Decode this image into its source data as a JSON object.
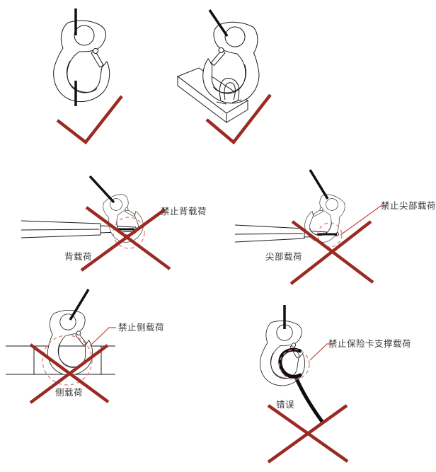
{
  "figure": {
    "description_items": {
      "mark_correct": "checkmark",
      "mark_wrong": "cross"
    },
    "panels": [
      {
        "name": "hook-hanging-correct",
        "result": "correct",
        "mark": "checkmark"
      },
      {
        "name": "hook-on-lifting-lug-correct",
        "result": "correct",
        "mark": "checkmark"
      },
      {
        "name": "back-load-prohibited",
        "result": "prohibited",
        "mark": "cross",
        "callout": "禁止背载荷",
        "caption": "背载荷"
      },
      {
        "name": "tip-load-prohibited",
        "result": "prohibited",
        "mark": "cross",
        "callout": "禁止尖部载荷",
        "caption": "尖部载荷"
      },
      {
        "name": "side-load-prohibited",
        "result": "prohibited",
        "mark": "cross",
        "callout": "禁止侧载荷",
        "caption": "侧载荷"
      },
      {
        "name": "latch-support-prohibited",
        "result": "prohibited",
        "mark": "cross",
        "callout": "禁止保险卡支撑载荷",
        "caption": "错误"
      }
    ],
    "colors": {
      "mark_red": "#9a2a22",
      "highlight_circle": "#e17a6e",
      "leader_line": "#c2473d",
      "line_art": "#1a1a1a",
      "text": "#3a3a3a",
      "background": "#ffffff"
    }
  }
}
